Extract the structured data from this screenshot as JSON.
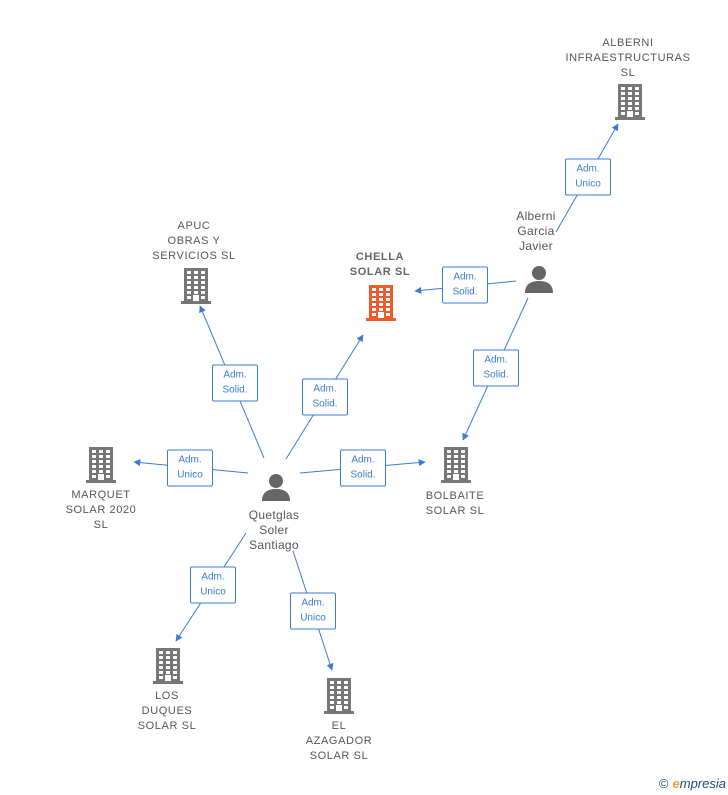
{
  "colors": {
    "edge": "#3a7dd0",
    "company": "#777777",
    "focus_company": "#ee5a2a",
    "person": "#666666"
  },
  "nodes": {
    "chella": {
      "type": "company",
      "focus": true,
      "lines": [
        "CHELLA",
        "SOLAR  SL"
      ]
    },
    "alberni_infra": {
      "type": "company",
      "lines": [
        "ALBERNI",
        "INFRAESTRUCTURAS",
        "SL"
      ]
    },
    "apuc": {
      "type": "company",
      "lines": [
        "APUC",
        "OBRAS Y",
        "SERVICIOS SL"
      ]
    },
    "marquet": {
      "type": "company",
      "lines": [
        "MARQUET",
        "SOLAR 2020",
        "SL"
      ]
    },
    "bolbaite": {
      "type": "company",
      "lines": [
        "BOLBAITE",
        "SOLAR  SL"
      ]
    },
    "los_duques": {
      "type": "company",
      "lines": [
        "LOS",
        "DUQUES",
        "SOLAR  SL"
      ]
    },
    "el_azagador": {
      "type": "company",
      "lines": [
        "EL",
        "AZAGADOR",
        "SOLAR  SL"
      ]
    },
    "alberni_garcia": {
      "type": "person",
      "lines": [
        "Alberni",
        "Garcia",
        "Javier"
      ]
    },
    "quetglas": {
      "type": "person",
      "lines": [
        "Quetglas",
        "Soler",
        "Santiago"
      ]
    }
  },
  "edges": [
    {
      "from": "alberni_garcia",
      "to": "alberni_infra",
      "lines": [
        "Adm.",
        "Unico"
      ]
    },
    {
      "from": "alberni_garcia",
      "to": "chella",
      "lines": [
        "Adm.",
        "Solid."
      ]
    },
    {
      "from": "alberni_garcia",
      "to": "bolbaite",
      "lines": [
        "Adm.",
        "Solid."
      ]
    },
    {
      "from": "quetglas",
      "to": "apuc",
      "lines": [
        "Adm.",
        "Solid."
      ]
    },
    {
      "from": "quetglas",
      "to": "chella",
      "lines": [
        "Adm.",
        "Solid."
      ]
    },
    {
      "from": "quetglas",
      "to": "marquet",
      "lines": [
        "Adm.",
        "Unico"
      ]
    },
    {
      "from": "quetglas",
      "to": "bolbaite",
      "lines": [
        "Adm.",
        "Solid."
      ]
    },
    {
      "from": "quetglas",
      "to": "los_duques",
      "lines": [
        "Adm.",
        "Unico"
      ]
    },
    {
      "from": "quetglas",
      "to": "el_azagador",
      "lines": [
        "Adm.",
        "Unico"
      ]
    }
  ],
  "footer": {
    "copyright": "©",
    "brand_first": "e",
    "brand_rest": "mpresia"
  }
}
